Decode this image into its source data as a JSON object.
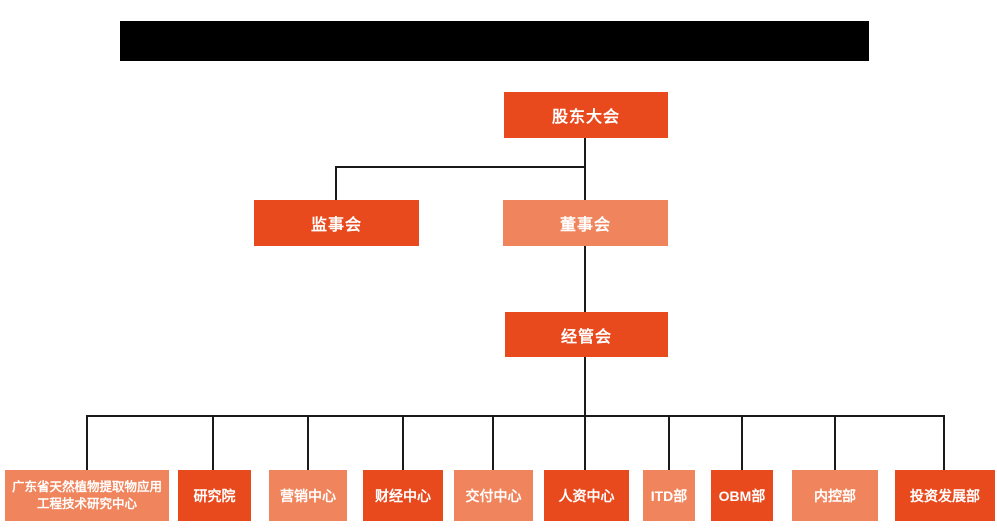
{
  "colors": {
    "primary": "#E8491D",
    "secondary": "#F0845C",
    "line": "#1A1A1A",
    "text": "#FFFFFF",
    "redacted": "#000000",
    "canvas": "#FFFFFF"
  },
  "org_chart": {
    "type": "organization-chart",
    "title_redacted": true,
    "root": {
      "label": "股东大会",
      "variant": "primary"
    },
    "level2": [
      {
        "label": "监事会",
        "variant": "primary"
      },
      {
        "label": "董事会",
        "variant": "secondary"
      }
    ],
    "level3": {
      "label": "经管会",
      "variant": "primary"
    },
    "departments": [
      {
        "label": "广东省天然植物提取物应用工程技术研究中心",
        "variant": "secondary"
      },
      {
        "label": "研究院",
        "variant": "primary"
      },
      {
        "label": "营销中心",
        "variant": "secondary"
      },
      {
        "label": "财经中心",
        "variant": "primary"
      },
      {
        "label": "交付中心",
        "variant": "secondary"
      },
      {
        "label": "人资中心",
        "variant": "primary"
      },
      {
        "label": "ITD部",
        "variant": "secondary"
      },
      {
        "label": "OBM部",
        "variant": "primary"
      },
      {
        "label": "内控部",
        "variant": "secondary"
      },
      {
        "label": "投资发展部",
        "variant": "primary"
      }
    ],
    "edges": [
      [
        "股东大会",
        "监事会"
      ],
      [
        "股东大会",
        "董事会"
      ],
      [
        "董事会",
        "经管会"
      ],
      [
        "经管会",
        "广东省天然植物提取物应用工程技术研究中心"
      ],
      [
        "经管会",
        "研究院"
      ],
      [
        "经管会",
        "营销中心"
      ],
      [
        "经管会",
        "财经中心"
      ],
      [
        "经管会",
        "交付中心"
      ],
      [
        "经管会",
        "人资中心"
      ],
      [
        "经管会",
        "ITD部"
      ],
      [
        "经管会",
        "OBM部"
      ],
      [
        "经管会",
        "内控部"
      ],
      [
        "经管会",
        "投资发展部"
      ]
    ]
  }
}
